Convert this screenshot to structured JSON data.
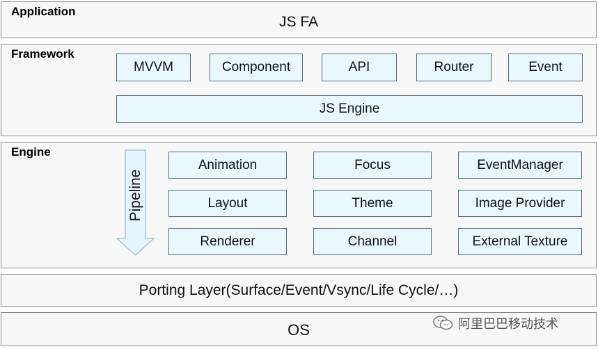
{
  "application": {
    "label": "Application",
    "content": "JS FA"
  },
  "framework": {
    "label": "Framework",
    "modules": [
      "MVVM",
      "Component",
      "API",
      "Router",
      "Event"
    ],
    "engine_bar": "JS Engine"
  },
  "engine": {
    "label": "Engine",
    "pipeline": "Pipeline",
    "modules": [
      "Animation",
      "Focus",
      "EventManager",
      "Layout",
      "Theme",
      "Image Provider",
      "Renderer",
      "Channel",
      "External Texture"
    ]
  },
  "porting": {
    "content": "Porting Layer(Surface/Event/Vsync/Life Cycle/…)"
  },
  "os": {
    "content": "OS"
  },
  "watermark": {
    "text": "阿里巴巴移动技术",
    "icon": "wechat-icon"
  },
  "colors": {
    "box_fill": "#eaf7fb",
    "layer_fill": "#f7f7f7",
    "border": "#8a8a8a",
    "arrow_fill": "#e6f5fb"
  }
}
